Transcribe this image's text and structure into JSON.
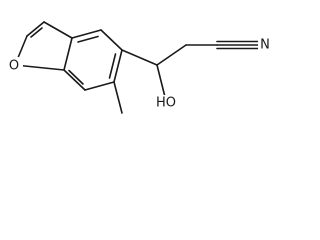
{
  "molecule": {
    "atoms": {
      "furan_oxygen": "O",
      "hydroxyl": "HO",
      "nitrile_nitrogen": "N"
    }
  }
}
